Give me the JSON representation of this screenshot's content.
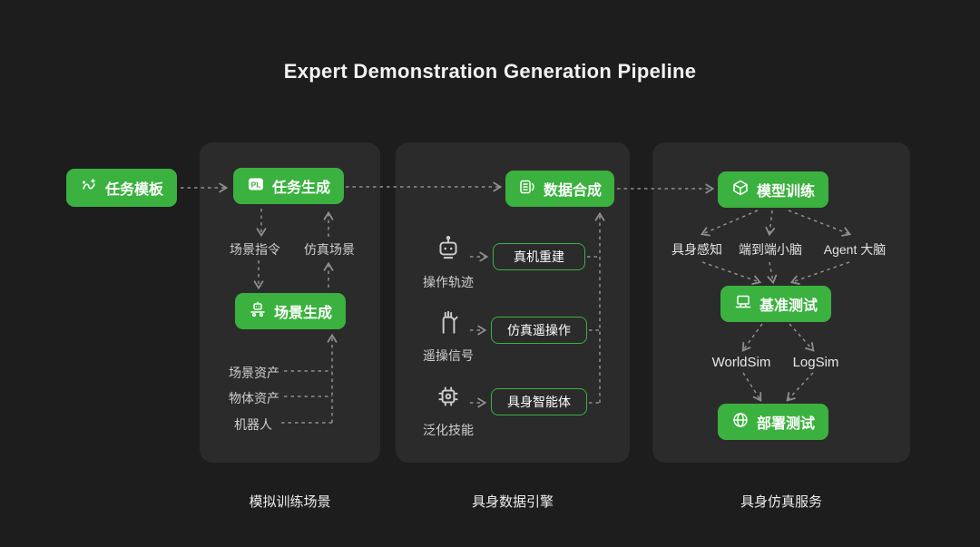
{
  "title": "Expert Demonstration Generation Pipeline",
  "colors": {
    "background": "#1d1d1d",
    "panel": "#2b2b2b",
    "accent_green": "#3bb13f",
    "arrow_gray": "#8f8f8f"
  },
  "start_node": {
    "label": "任务模板",
    "icon": "task-template-icon"
  },
  "panels": [
    {
      "caption": "模拟训练场景",
      "task_generation_button": {
        "label": "任务生成",
        "icon": "pl-badge-icon"
      },
      "mid_labels": [
        "场景指令",
        "仿真场景"
      ],
      "scene_generation_button": {
        "label": "场景生成",
        "icon": "scene-generation-icon"
      },
      "asset_labels": [
        "场景资产",
        "物体资产",
        "机器人"
      ]
    },
    {
      "caption": "具身数据引擎",
      "data_synthesis_button": {
        "label": "数据合成",
        "icon": "data-synthesis-icon"
      },
      "rows": [
        {
          "icon": "robot-head-icon",
          "source_label": "操作轨迹",
          "target_box_label": "真机重建"
        },
        {
          "icon": "glove-icon",
          "source_label": "遥操信号",
          "target_box_label": "仿真遥操作"
        },
        {
          "icon": "generalization-skill-icon",
          "source_label": "泛化技能",
          "target_box_label": "具身智能体"
        }
      ]
    },
    {
      "caption": "具身仿真服务",
      "model_training_button": {
        "label": "模型训练",
        "icon": "model-training-icon"
      },
      "brain_labels": [
        "具身感知",
        "端到端小脑",
        "Agent 大脑"
      ],
      "benchmark_button": {
        "label": "基准测试",
        "icon": "benchmark-icon"
      },
      "sim_labels": [
        "WorldSim",
        "LogSim"
      ],
      "deploy_button": {
        "label": "部署测试",
        "icon": "deploy-test-icon"
      }
    }
  ]
}
